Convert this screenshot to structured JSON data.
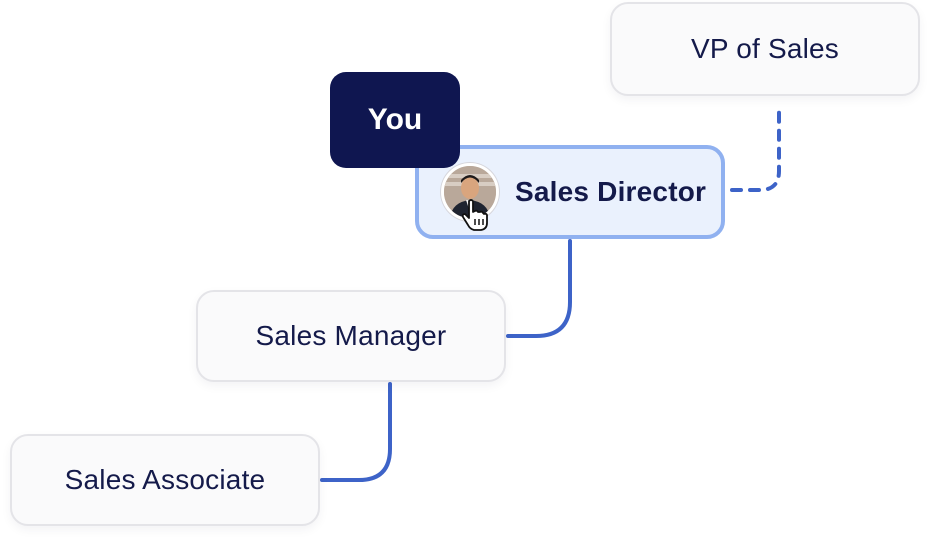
{
  "you_label": "You",
  "nodes": {
    "vp": "VP of Sales",
    "director": "Sales Director",
    "manager": "Sales Manager",
    "associate": "Sales Associate"
  },
  "colors": {
    "navy": "#0f1650",
    "connector": "#3d63c8",
    "highlight_border": "#90b1f0",
    "highlight_fill": "#eaf1fd"
  },
  "icons": [
    "person-avatar",
    "hand-pointer-cursor-icon"
  ]
}
